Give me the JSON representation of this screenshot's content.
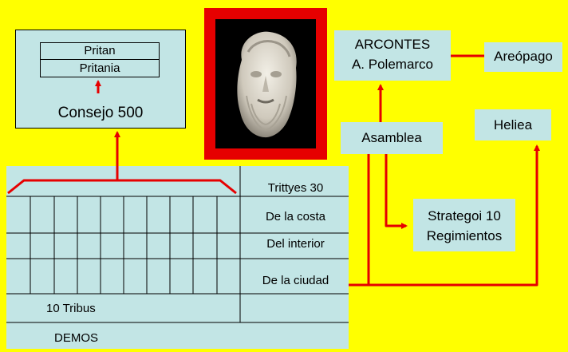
{
  "council": {
    "pritan": "Pritan",
    "pritania": "Pritania",
    "consejo": "Consejo 500"
  },
  "arcontes": {
    "line1": "ARCONTES",
    "line2": "A. Polemarco"
  },
  "areopago": "Areópago",
  "asamblea": "Asamblea",
  "heliea": "Heliea",
  "strategoi": {
    "line1": "Strategoi 10",
    "line2": "Regimientos"
  },
  "table": {
    "trittyes": "Trittyes 30",
    "costa": "De la costa",
    "interior": "Del interior",
    "ciudad": "De la ciudad",
    "tribus": "10 Tribus",
    "demos": "DEMOS"
  },
  "colors": {
    "background": "#FFFF00",
    "box": "#C2E5E5",
    "arrow": "#E60000"
  },
  "icons": {
    "portrait": "greek-bust-portrait"
  }
}
